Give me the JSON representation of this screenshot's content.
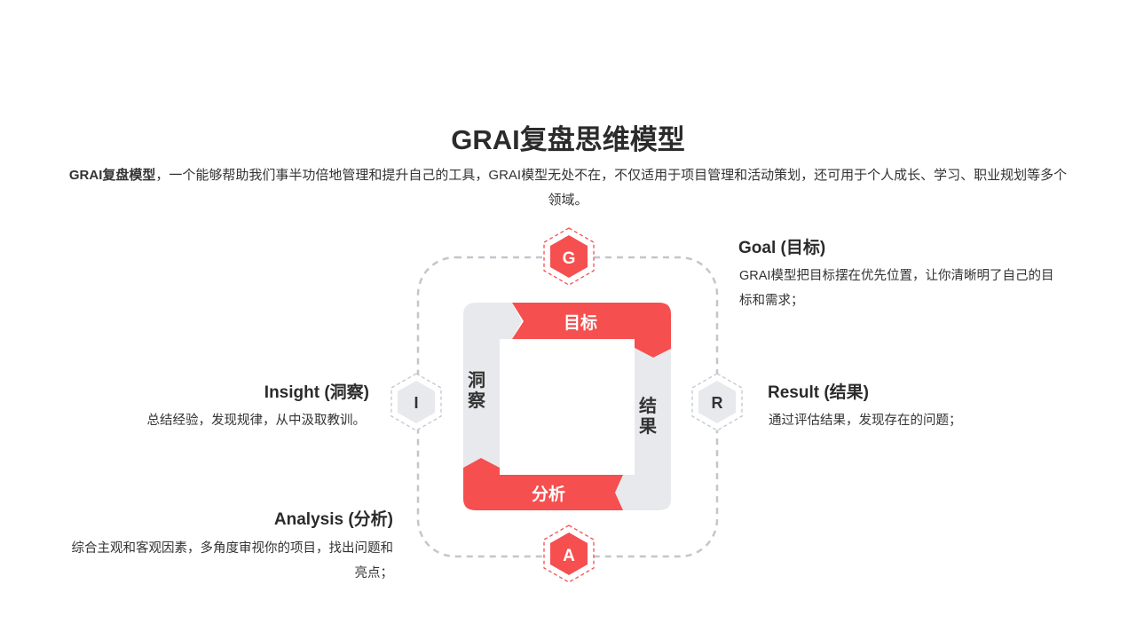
{
  "title": "GRAI复盘思维模型",
  "intro": {
    "bold": "GRAI复盘模型",
    "text": "，一个能够帮助我们事半功倍地管理和提升自己的工具，GRAI模型无处不在，不仅适用于项目管理和活动策划，还可用于个人成长、学习、职业规划等多个领域。"
  },
  "diagram": {
    "letters": {
      "g": "G",
      "r": "R",
      "a": "A",
      "i": "I"
    },
    "bands": {
      "goal": "目标",
      "result_1": "结",
      "result_2": "果",
      "analysis": "分析",
      "insight_1": "洞",
      "insight_2": "察"
    }
  },
  "sections": {
    "goal": {
      "heading": "Goal (目标)",
      "text": "GRAI模型把目标摆在优先位置，让你清晰明了自己的目标和需求；"
    },
    "result": {
      "heading": "Result (结果)",
      "text": "通过评估结果，发现存在的问题；"
    },
    "insight": {
      "heading": "Insight (洞察)",
      "text": "总结经验，发现规律，从中汲取教训。"
    },
    "analysis": {
      "heading": "Analysis (分析)",
      "text": "综合主观和客观因素，多角度审视你的项目，找出问题和亮点；"
    }
  },
  "colors": {
    "accent": "#f54f4f",
    "grey": "#e8e9ec",
    "dash": "#c4c6cc"
  }
}
